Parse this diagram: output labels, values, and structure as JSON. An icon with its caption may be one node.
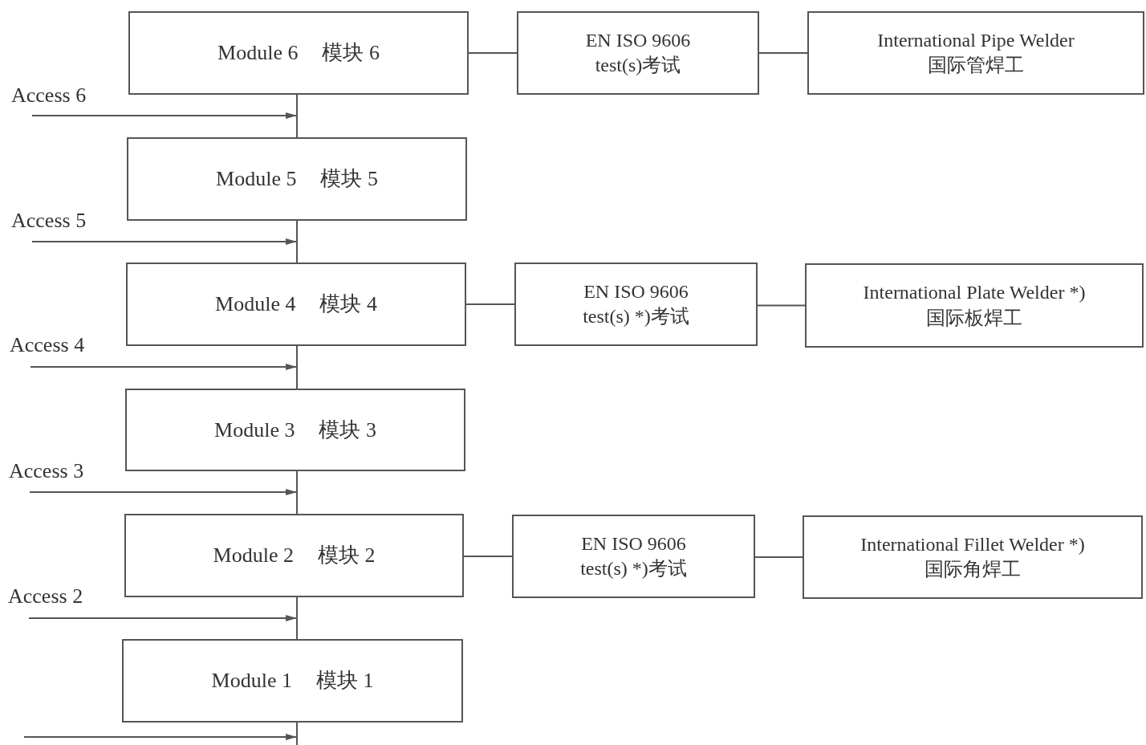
{
  "diagram": {
    "nodes": [
      {
        "text": [
          "Module 6",
          "模块 6"
        ]
      },
      {
        "text": [
          "EN ISO 9606 test(s)考试"
        ]
      },
      {
        "text": [
          "International Pipe Welder 国际管焊工"
        ]
      },
      {
        "text": [
          "Access 6"
        ]
      },
      {
        "text": [
          "Module 5",
          "模块 5"
        ]
      },
      {
        "text": [
          "Access 5"
        ]
      },
      {
        "text": [
          "Module 4",
          "模块 4"
        ]
      },
      {
        "text": [
          "EN ISO 9606 test(s) *)考试"
        ]
      },
      {
        "text": [
          "International Plate Welder *) 国际板焊工"
        ]
      },
      {
        "text": [
          "Access 4"
        ]
      },
      {
        "text": [
          "Module 3",
          "模块 3"
        ]
      },
      {
        "text": [
          "Access 3"
        ]
      },
      {
        "text": [
          "Module 2",
          "模块 2"
        ]
      },
      {
        "text": [
          "EN ISO 9606 test(s) *)考试"
        ]
      },
      {
        "text": [
          "International Fillet Welder *) 国际角焊工"
        ]
      },
      {
        "text": [
          "Access 2"
        ]
      },
      {
        "text": [
          "Module 1",
          "模块 1"
        ]
      }
    ],
    "edges": [
      {
        "from": 0,
        "to": 1,
        "arrow": "none"
      },
      {
        "from": 1,
        "to": 2,
        "arrow": "none"
      },
      {
        "from": 6,
        "to": 7,
        "arrow": "none"
      },
      {
        "from": 7,
        "to": 8,
        "arrow": "none"
      },
      {
        "from": 12,
        "to": 13,
        "arrow": "none"
      },
      {
        "from": 13,
        "to": 14,
        "arrow": "none"
      },
      {
        "from": 0,
        "to": 4,
        "arrow": "none"
      },
      {
        "from": 4,
        "to": 6,
        "arrow": "none"
      },
      {
        "from": 6,
        "to": 10,
        "arrow": "none"
      },
      {
        "from": 10,
        "to": 12,
        "arrow": "none"
      },
      {
        "from": 12,
        "to": 16,
        "arrow": "none"
      },
      {
        "from": 3,
        "to": 0,
        "arrow": "to"
      },
      {
        "from": 5,
        "to": 4,
        "arrow": "to"
      },
      {
        "from": 9,
        "to": 6,
        "arrow": "to"
      },
      {
        "from": 11,
        "to": 10,
        "arrow": "to"
      },
      {
        "from": 15,
        "to": 12,
        "arrow": "to"
      },
      {
        "from": null,
        "to": 16,
        "arrow": "to"
      }
    ]
  }
}
